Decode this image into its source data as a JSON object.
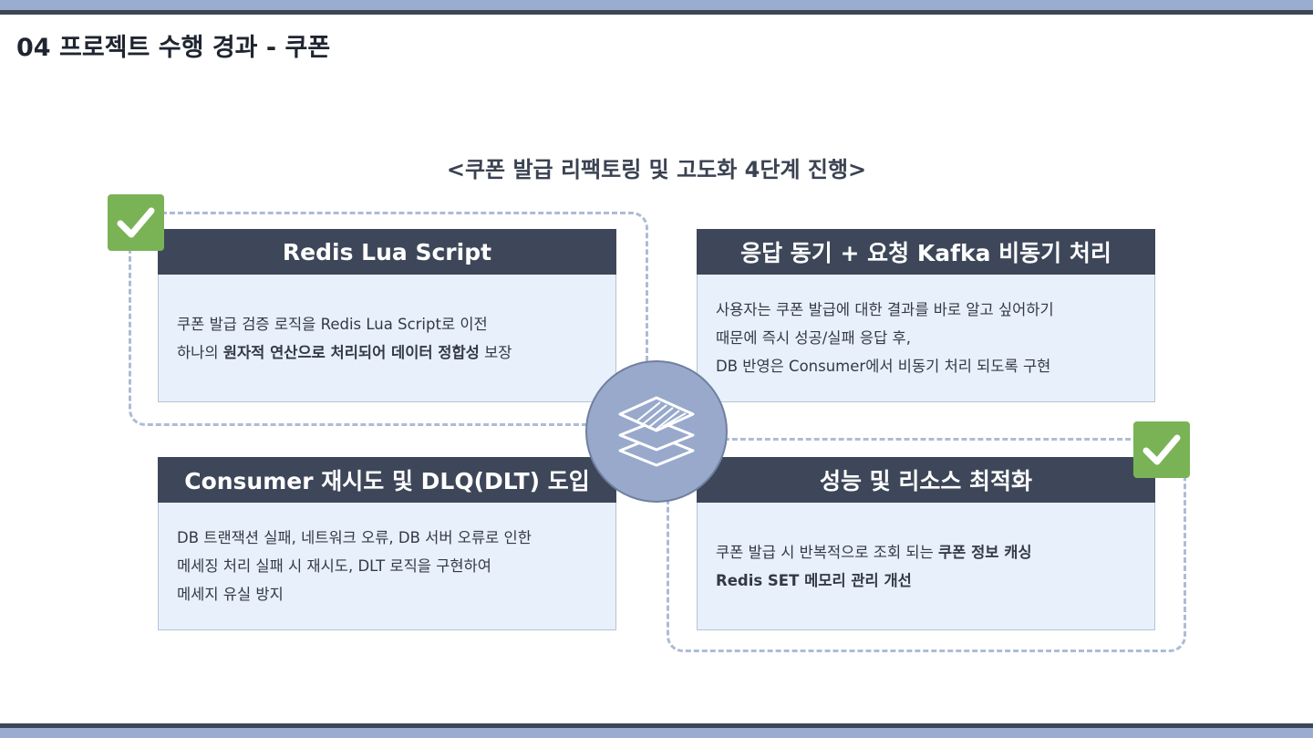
{
  "page_title": "04 프로젝트 수행 경과 - 쿠폰",
  "section_heading": "<쿠폰 발급 리팩토링 및 고도화 4단계 진행>",
  "colors": {
    "header_bg": "#3d4759",
    "body_bg": "#e8f0fb",
    "accent_band": "#9aacd0",
    "check_green": "#7ab356",
    "dash_border": "#aebbd6",
    "circle_fill": "#98a9cc"
  },
  "icons": {
    "check": "check-icon",
    "center": "layers-icon"
  },
  "cards": {
    "redis_lua": {
      "title": "Redis Lua Script",
      "completed": true,
      "lines": [
        [
          {
            "t": "쿠폰 발급 검증 로직을 Redis Lua Script로 이전",
            "b": false
          }
        ],
        [
          {
            "t": "하나의 ",
            "b": false
          },
          {
            "t": "원자적 연산으로 처리되어 데이터 정합성",
            "b": true
          },
          {
            "t": " 보장",
            "b": false
          }
        ]
      ]
    },
    "kafka_async": {
      "title": "응답 동기 + 요청 Kafka 비동기 처리",
      "completed": false,
      "lines": [
        [
          {
            "t": "사용자는 쿠폰 발급에 대한 결과를 바로 알고 싶어하기",
            "b": false
          }
        ],
        [
          {
            "t": "때문에 즉시 성공/실패 응답 후,",
            "b": false
          }
        ],
        [
          {
            "t": "DB 반영은 Consumer에서 비동기 처리 되도록 구현",
            "b": false
          }
        ]
      ]
    },
    "consumer_retry": {
      "title": "Consumer 재시도 및 DLQ(DLT) 도입",
      "completed": false,
      "lines": [
        [
          {
            "t": "DB 트랜잭션 실패, 네트워크 오류, DB 서버 오류로 인한",
            "b": false
          }
        ],
        [
          {
            "t": "메세징 처리 실패 시 재시도, DLT 로직을 구현하여",
            "b": false
          }
        ],
        [
          {
            "t": "메세지 유실 방지",
            "b": false
          }
        ]
      ]
    },
    "performance": {
      "title": "성능 및 리소스 최적화",
      "completed": true,
      "lines": [
        [
          {
            "t": "쿠폰 발급 시 반복적으로 조회 되는 ",
            "b": false
          },
          {
            "t": "쿠폰 정보 캐싱",
            "b": true
          }
        ],
        [
          {
            "t": "Redis SET 메모리 관리 개선",
            "b": true
          }
        ]
      ]
    }
  }
}
